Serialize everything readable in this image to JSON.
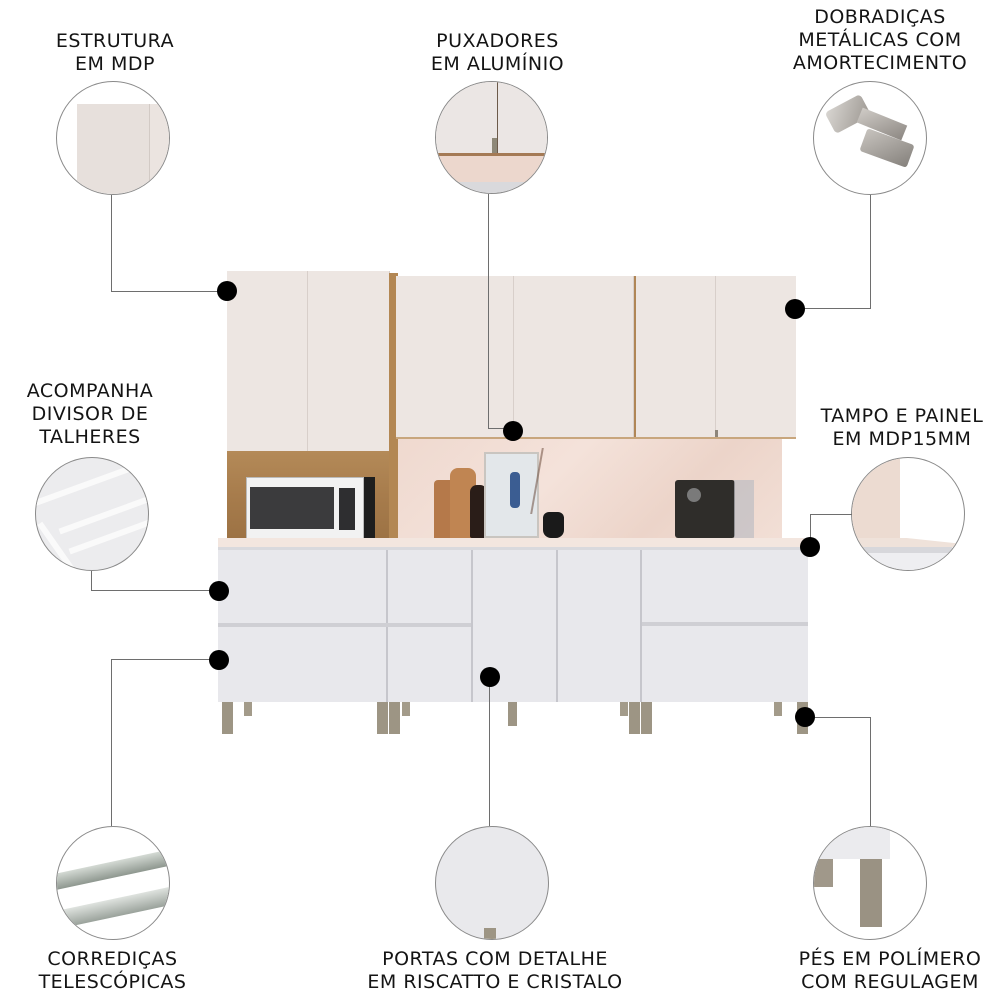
{
  "features": [
    {
      "id": "estrutura",
      "label_lines": [
        "ESTRUTURA",
        "EM MDP"
      ],
      "image": "white-cabinet-panel-closeup"
    },
    {
      "id": "puxadores",
      "label_lines": [
        "PUXADORES",
        "EM ALUMÍNIO"
      ],
      "image": "aluminium-handle-closeup"
    },
    {
      "id": "dobradicas",
      "label_lines": [
        "DOBRADIÇAS",
        "METÁLICAS COM",
        "AMORTECIMENTO"
      ],
      "image": "metal-soft-close-hinge"
    },
    {
      "id": "divisor",
      "label_lines": [
        "ACOMPANHA",
        "DIVISOR DE",
        "TALHERES"
      ],
      "image": "cutlery-divider-tray"
    },
    {
      "id": "tampo",
      "label_lines": [
        "TAMPO E PAINEL",
        "EM MDP15MM"
      ],
      "image": "countertop-panel-closeup"
    },
    {
      "id": "corredicas",
      "label_lines": [
        "CORREDIÇAS",
        "TELESCÓPICAS"
      ],
      "image": "telescopic-drawer-slides"
    },
    {
      "id": "portas",
      "label_lines": [
        "PORTAS COM DETALHE",
        "EM RISCATTO E CRISTALO"
      ],
      "image": "door-detail-closeup"
    },
    {
      "id": "pes",
      "label_lines": [
        "PÉS EM POLÍMERO",
        "COM REGULAGEM"
      ],
      "image": "adjustable-polymer-feet"
    }
  ],
  "colors": {
    "upper_cabinet": "#ece5e1",
    "base_cabinet": "#e8e8ec",
    "wood_accent": "#a77c4c",
    "backsplash": "#efd9cf",
    "feet": "#9d9584",
    "callout_dot": "#000000",
    "callout_line": "#6e6e6e"
  },
  "product": {
    "appliances": [
      "microwave",
      "espresso-machine"
    ],
    "decor": [
      "cutting-boards",
      "bottle",
      "framed-art",
      "vase-with-dried-flowers"
    ]
  }
}
